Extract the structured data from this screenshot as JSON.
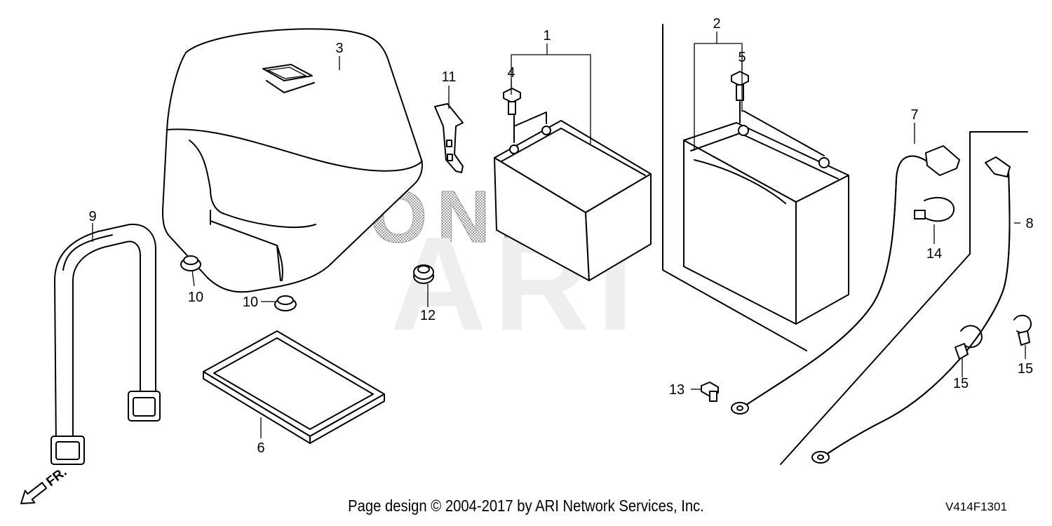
{
  "watermark": {
    "top": "HONDA",
    "bottom": "ARI"
  },
  "direction_indicator": {
    "label": "FR."
  },
  "callouts": {
    "c1": "1",
    "c2": "2",
    "c3": "3",
    "c4": "4",
    "c5": "5",
    "c6": "6",
    "c7": "7",
    "c8": "8",
    "c9": "9",
    "c10a": "10",
    "c10b": "10",
    "c11": "11",
    "c12": "12",
    "c13": "13",
    "c14": "14",
    "c15a": "15",
    "c15b": "15"
  },
  "parts": {
    "battery_cover": "battery-cover",
    "battery_small": "battery",
    "battery_large": "battery",
    "battery_tray": "battery-tray",
    "battery_band": "battery-band",
    "cable_positive": "cable",
    "cable_negative": "cable"
  },
  "footer": {
    "copyright": "Page design © 2004-2017 by ARI Network Services, Inc.",
    "drawing_code": "V414F1301"
  }
}
